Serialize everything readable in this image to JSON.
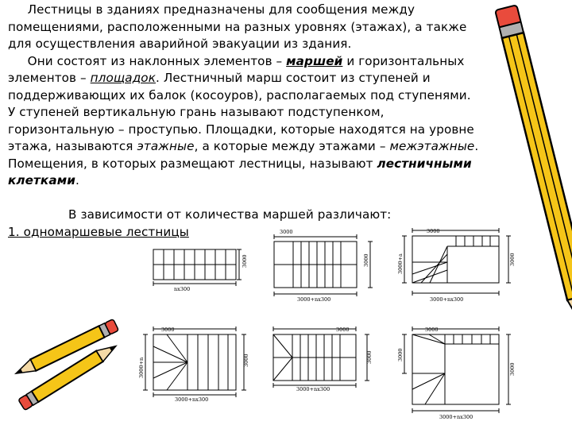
{
  "paragraph1": {
    "line1": "Лестницы в зданиях предназначены для сообщения между",
    "line2": "помещениями, расположенными на разных уровнях (этажах), а также",
    "line3": "для осуществления аварийной эвакуации из здания."
  },
  "paragraph2": {
    "l1a": "Они состоят из наклонных элементов – ",
    "l1_marsh": "маршей",
    "l1b": " и горизонтальных",
    "l2a": "элементов – ",
    "l2_plosh": "площадок",
    "l2b": ". Лестничный марш состоит из ступеней и",
    "l3": "поддерживающих их балок (косоуров), располагаемых под ступенями.",
    "l4": "У ступеней вертикальную грань называют подступенком,",
    "l5": "горизонтальную – проступью. Площадки, которые находятся на уровне",
    "l6a": "этажа, называются ",
    "l6_etazh": "этажные",
    "l6b": ", а которые между этажами – ",
    "l6_mezh": "межэтажные",
    "l6c": ".",
    "l7a": "Помещения, в которых размещают лестницы, называют ",
    "l7_lest": "лестничными",
    "l8_klet": "клетками",
    "l8b": "."
  },
  "paragraph3": {
    "intro": "В зависимости от количества маршей различают:",
    "item1": "1. одномаршевые лестницы"
  },
  "diagrams": {
    "d1_bottom": "nx300",
    "d1_right": "3000",
    "d2_top": "3000",
    "d2_right": "3000",
    "d2_bottom": "3000+nx300",
    "d3_top": "3000",
    "d3_left": "3000+a",
    "d3_right": "3000",
    "d3_bottom": "3000+nx300",
    "d4_top": "3000",
    "d4_left": "3000+n",
    "d4_right": "3000",
    "d4_bottom": "3000+nx300",
    "d5_top": "3000",
    "d5_right": "3000",
    "d5_bottom": "3000+nx300",
    "d6_top": "3000",
    "d6_left": "3000",
    "d6_right": "3000",
    "d6_bottom": "3000+nx300"
  }
}
